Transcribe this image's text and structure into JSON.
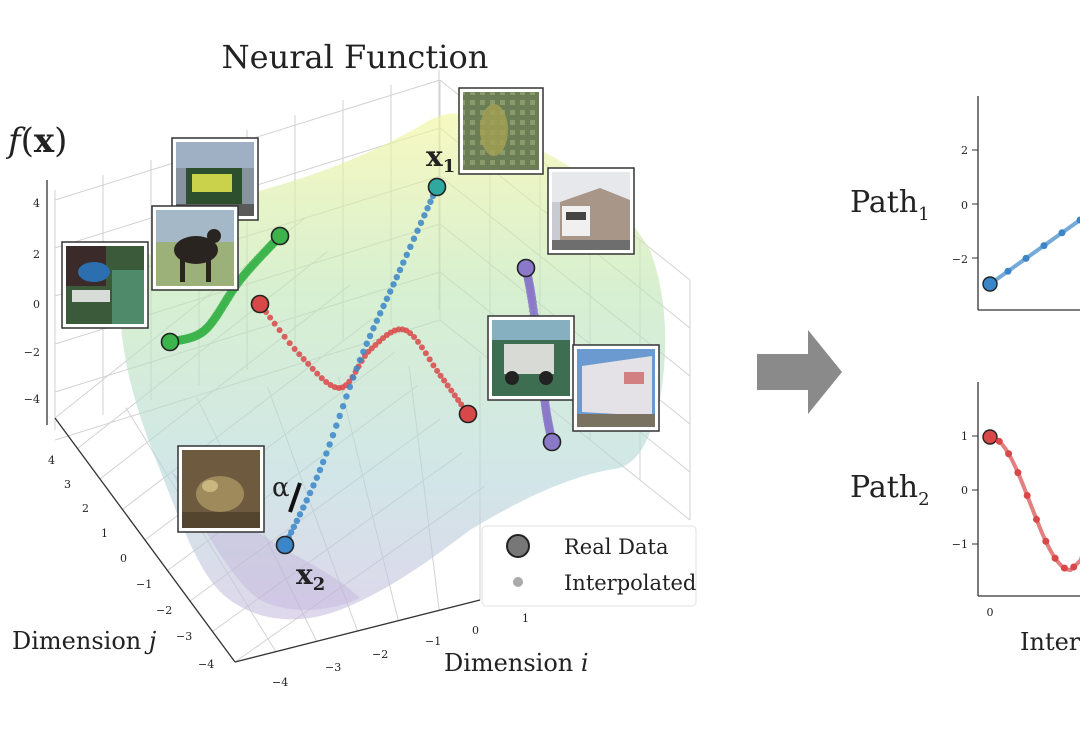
{
  "title": "Neural Function",
  "z_axis": {
    "label_f": "f",
    "label_x": "x",
    "ticks": [
      "4",
      "2",
      "0",
      "−2",
      "−4"
    ]
  },
  "axis_j": {
    "label": "Dimension ",
    "var": "j",
    "ticks": [
      "4",
      "3",
      "2",
      "1",
      "0",
      "−1",
      "−2",
      "−3",
      "−4"
    ]
  },
  "axis_i": {
    "label": "Dimension ",
    "var": "i",
    "ticks": [
      "−4",
      "−3",
      "−2",
      "−1",
      "0",
      "1"
    ]
  },
  "point_labels": {
    "x1": "x",
    "x1_sub": "1",
    "x2": "x",
    "x2_sub": "2",
    "alpha": "α"
  },
  "legend": {
    "real": "Real Data",
    "interp": "Interpolated"
  },
  "colors": {
    "green": "#3cb44b",
    "red": "#d94848",
    "blue": "#3a86c8",
    "teal": "#2fa8a0",
    "purple": "#8a78c8",
    "arrow": "#888888"
  },
  "right": {
    "path1": {
      "label": "Path",
      "sub": "1",
      "yticks": [
        "2",
        "0",
        "−2"
      ]
    },
    "path2": {
      "label": "Path",
      "sub": "2",
      "yticks": [
        "1",
        "0",
        "−1"
      ]
    },
    "xtick": "0",
    "xlabel": "Interp"
  }
}
